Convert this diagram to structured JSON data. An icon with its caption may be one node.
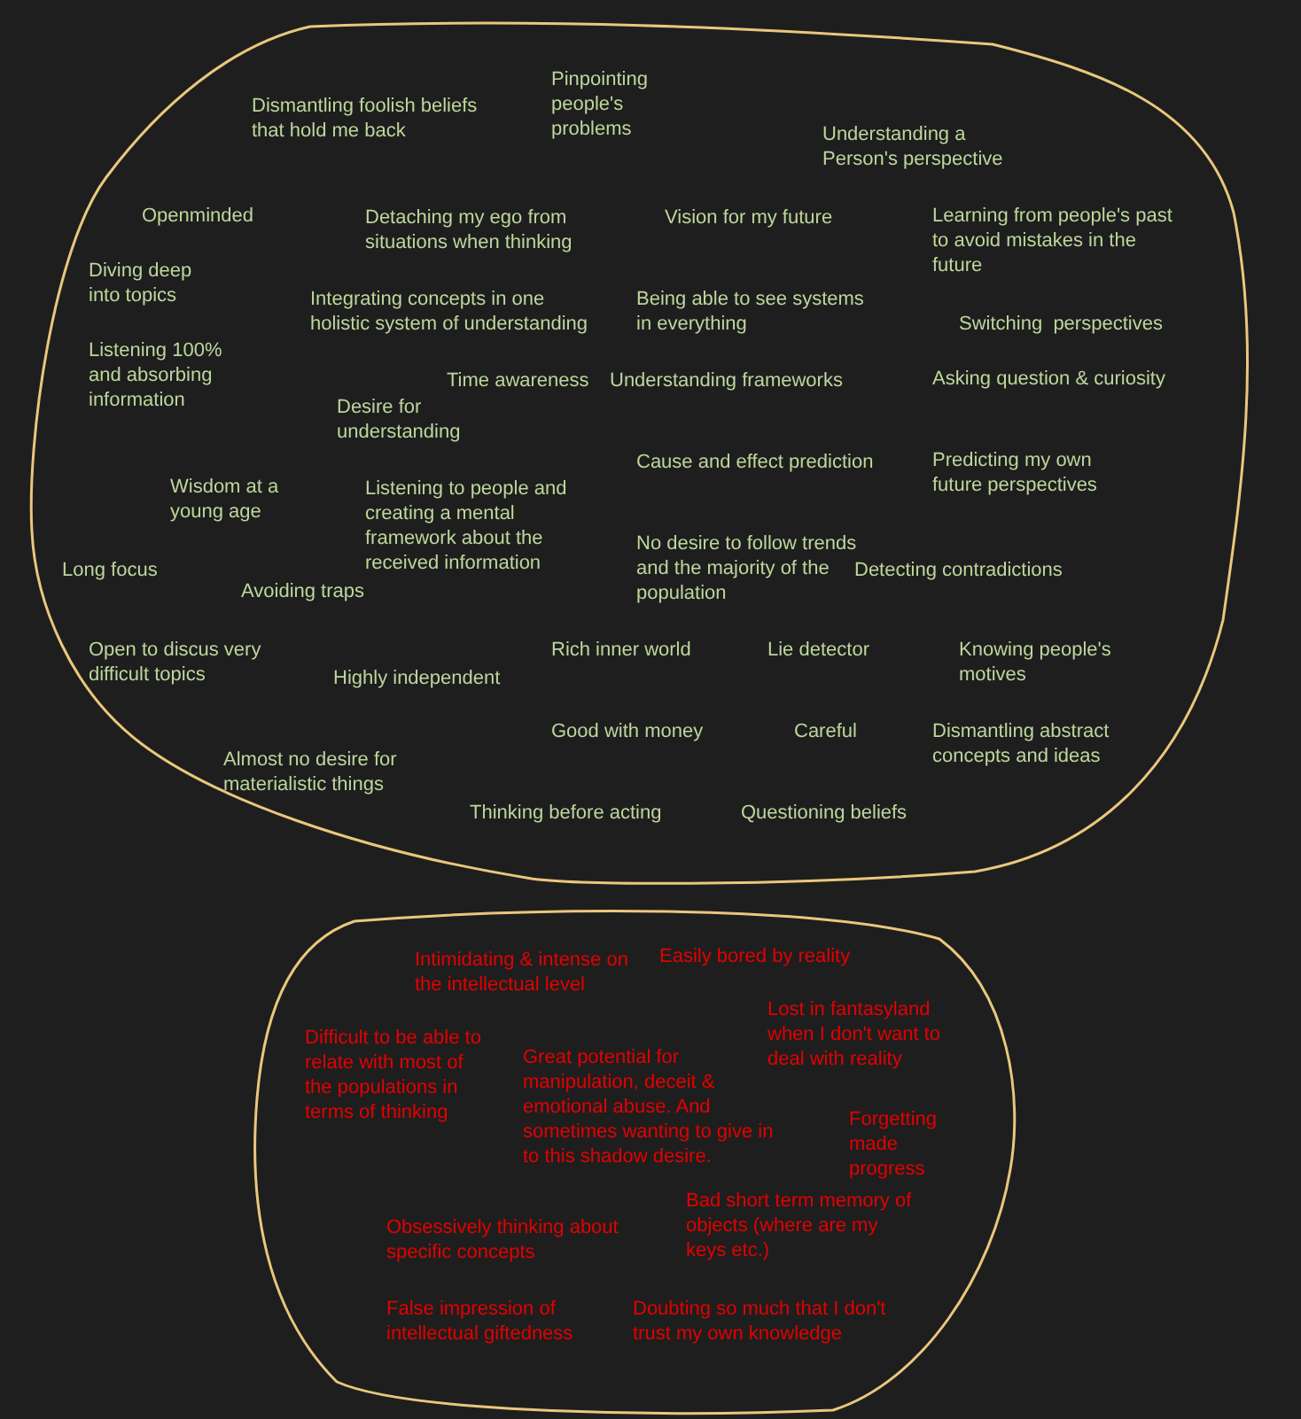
{
  "diagram": {
    "nodes": [
      {
        "text": [
          "Dismantling foolish beliefs that hold me back",
          "Pinpointing people's problems",
          "Understanding a Person's perspective",
          "Openminded",
          "Detaching my ego from situations when thinking",
          "Vision for my future",
          "Learning from people's past to avoid mistakes in the future",
          "Diving deep into topics",
          "Integrating concepts in one holistic system of understanding",
          "Being able to see systems in everything",
          "Switching  perspectives",
          "Listening 100% and absorbing information",
          "Time awareness",
          "Understanding frameworks",
          "Asking question & curiosity",
          "Desire for understanding",
          "Cause and effect prediction",
          "Predicting my own future perspectives",
          "Wisdom at a young age",
          "Listening to people and creating a mental framework about the received information",
          "No desire to follow trends and the majority of the population",
          "Long focus",
          "Detecting contradictions",
          "Avoiding traps",
          "Open to discus very difficult topics",
          "Rich inner world",
          "Lie detector",
          "Knowing people's motives",
          "Highly independent",
          "Good with money",
          "Careful",
          "Dismantling abstract concepts and ideas",
          "Almost no desire for materialistic things",
          "Thinking before acting",
          "Questioning beliefs"
        ]
      },
      {
        "text": [
          "Intimidating & intense on the intellectual level",
          "Easily bored by reality",
          "Lost in fantasyland when I don't want to deal with reality",
          "Difficult to be able to relate with most of the populations in terms of thinking",
          "Great potential for manipulation, deceit & emotional abuse. And sometimes wanting to give in to this shadow desire.",
          "Forgetting made progress",
          "Bad short term memory of objects (where are my keys etc.)",
          "Obsessively thinking about specific concepts",
          "False impression of intellectual giftedness",
          "Doubting so much that I don't trust my own knowledge"
        ]
      }
    ]
  }
}
